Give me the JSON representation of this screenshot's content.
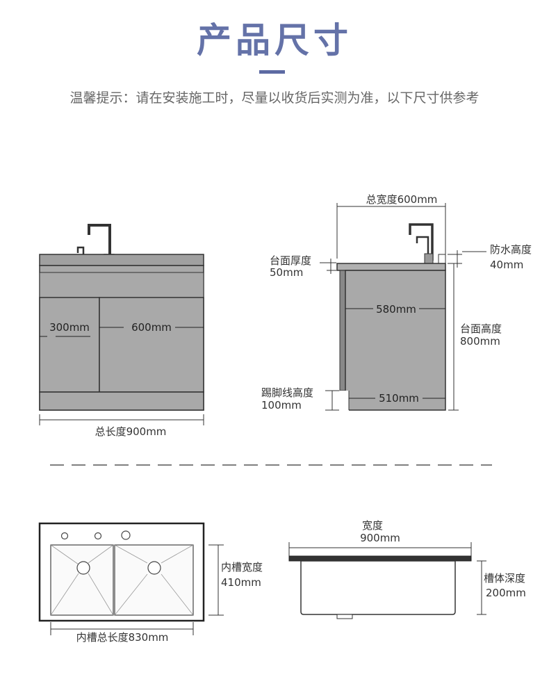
{
  "header": {
    "title": "产品尺寸",
    "tip": "温馨提示：请在安装施工时，尽量以收货后实测为准，以下尺寸供参考"
  },
  "front_view": {
    "left_door": "300mm",
    "right_door": "600mm",
    "total_length": "总长度900mm"
  },
  "side_view": {
    "total_width": "总宽度600mm",
    "counter_thickness_label": "台面厚度",
    "counter_thickness_value": "50mm",
    "splash_height_label": "防水高度",
    "splash_height_value": "40mm",
    "inner_depth": "580mm",
    "counter_height_label": "台面高度",
    "counter_height_value": "800mm",
    "kick_height_label": "踢脚线高度",
    "kick_height_value": "100mm",
    "base_depth": "510mm"
  },
  "sink_top": {
    "inner_width_label": "内槽宽度",
    "inner_width_value": "410mm",
    "inner_length": "内槽总长度830mm"
  },
  "sink_side": {
    "width_label": "宽度",
    "width_value": "900mm",
    "depth_label": "槽体深度",
    "depth_value": "200mm"
  },
  "colors": {
    "accent": "#6472a8",
    "panel": "#a8a8a8",
    "outline": "#2c2c2c"
  }
}
